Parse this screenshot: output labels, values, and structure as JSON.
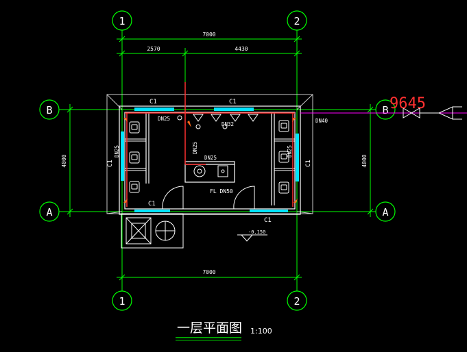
{
  "axes": {
    "col_1": "1",
    "col_2": "2",
    "row_a": "A",
    "row_b": "B"
  },
  "dimensions": {
    "overall_top": "7000",
    "overall_bottom": "7000",
    "seg_left": "2570",
    "seg_right": "4430",
    "height_left": "4000",
    "height_right": "4000"
  },
  "labels": {
    "window_top_left": "C1",
    "window_top_mid": "C1",
    "window_left": "C1",
    "window_right": "C1",
    "window_bottom_left": "C1",
    "window_bottom_right": "C1",
    "pipe_dn25_top": "DN25",
    "pipe_dn32": "DN32",
    "pipe_dn25_mid": "DN25",
    "pipe_dn25_sink": "DN25",
    "pipe_dn25_left": "DN25",
    "pipe_dn25_right": "DN25",
    "pipe_dn40": "DN40",
    "floor_drain": "FL DN50",
    "elevation": "-0.150",
    "red_annotation": "9645"
  },
  "title": {
    "main": "一层平面图",
    "scale": "1:100"
  },
  "colors": {
    "background": "#000000",
    "axis_green": "#00ff00",
    "wall_white": "#ffffff",
    "window_cyan": "#00e5ff",
    "pipe_red": "#ff3030",
    "pipe_orange": "#ff6a1a",
    "magenta": "#ff00ff",
    "grey": "#c8c8c8"
  }
}
